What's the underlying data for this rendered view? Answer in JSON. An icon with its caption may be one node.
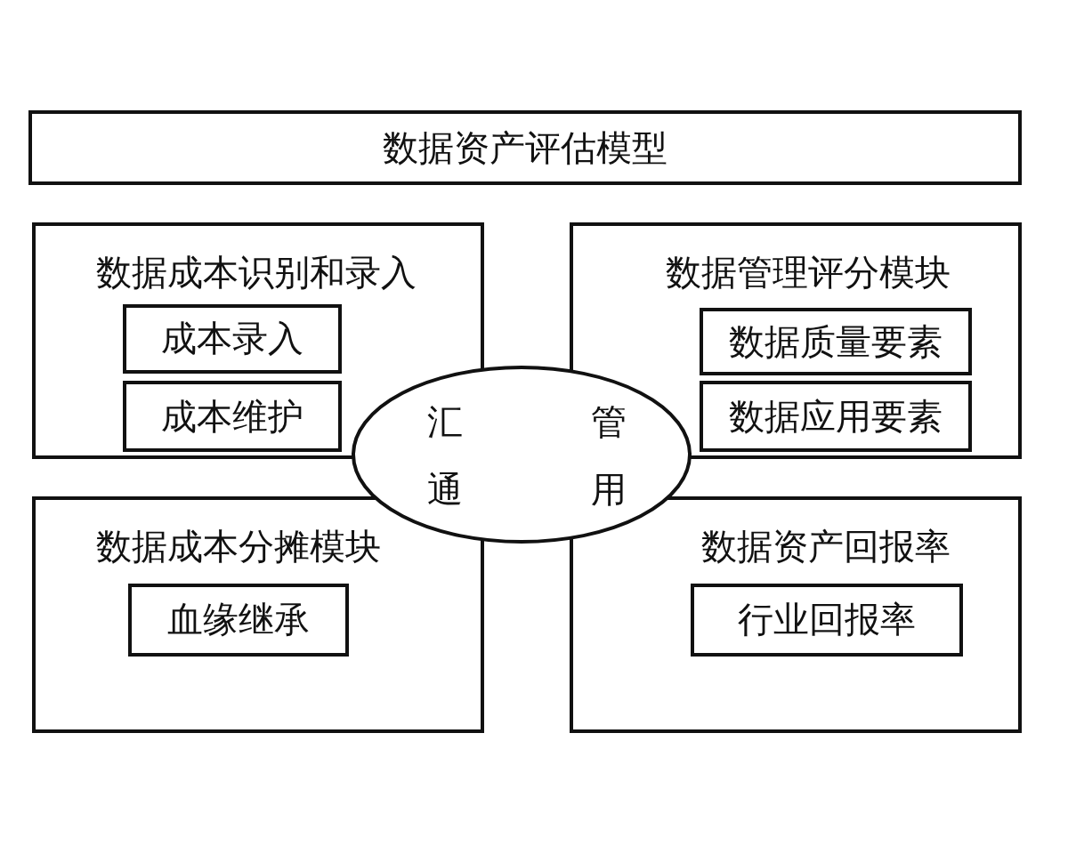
{
  "diagram": {
    "nodes": [
      {
        "text": [
          "数据资产评估模型"
        ]
      },
      {
        "text": [
          "数据成本识别和录入"
        ]
      },
      {
        "text": [
          "成本录入"
        ],
        "in": 1
      },
      {
        "text": [
          "成本维护"
        ],
        "in": 1
      },
      {
        "text": [
          "数据管理评分模块"
        ]
      },
      {
        "text": [
          "数据质量要素"
        ],
        "in": 4
      },
      {
        "text": [
          "数据应用要素"
        ],
        "in": 4
      },
      {
        "text": [
          "汇",
          "管",
          "通",
          "用"
        ]
      },
      {
        "text": [
          "数据成本分摊模块"
        ]
      },
      {
        "text": [
          "血缘继承"
        ],
        "in": 8
      },
      {
        "text": [
          "数据资产回报率"
        ]
      },
      {
        "text": [
          "行业回报率"
        ],
        "in": 10
      }
    ],
    "edges": []
  }
}
